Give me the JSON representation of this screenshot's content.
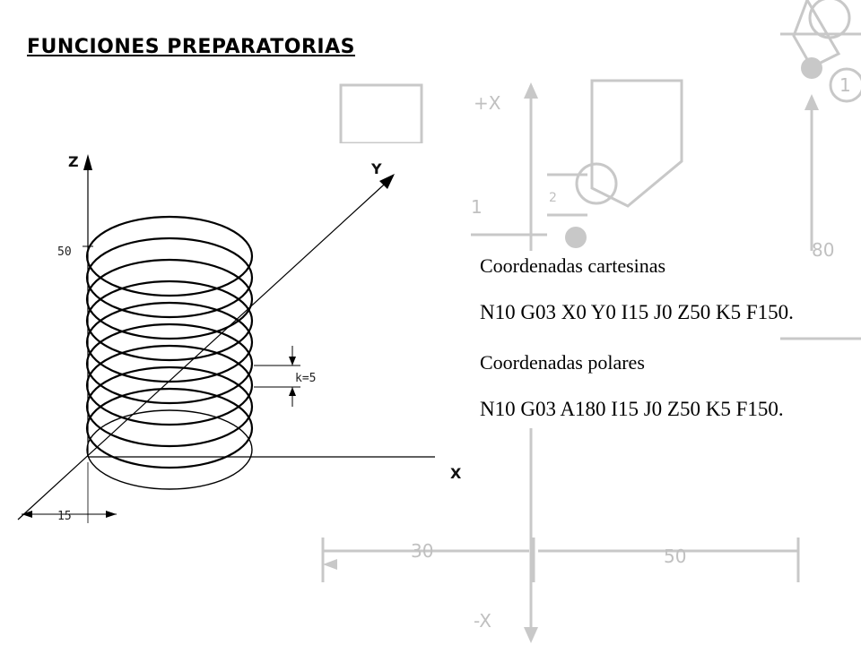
{
  "page": {
    "title": "FUNCIONES PREPARATORIAS"
  },
  "diagram": {
    "axis_z": "Z",
    "axis_y": "Y",
    "axis_x": "X",
    "height_label": "50",
    "pitch_label": "k=5",
    "radius_label": "15"
  },
  "background": {
    "plus_x": "+X",
    "minus_x": "-X",
    "circle_number": "1",
    "tool_1": "1",
    "tool_2": "2",
    "dim_30": "30",
    "dim_50": "50",
    "dim_80": "80"
  },
  "code": {
    "cartesian_heading": "Coordenadas cartesinas",
    "cartesian_line": "N10 G03 X0 Y0 I15 J0 Z50 K5 F150.",
    "polar_heading": "Coordenadas polares",
    "polar_line": "N10 G03 A180 I15 J0 Z50 K5 F150."
  },
  "colors": {
    "background_drawing": "#c8c8c8",
    "line": "#000000"
  }
}
